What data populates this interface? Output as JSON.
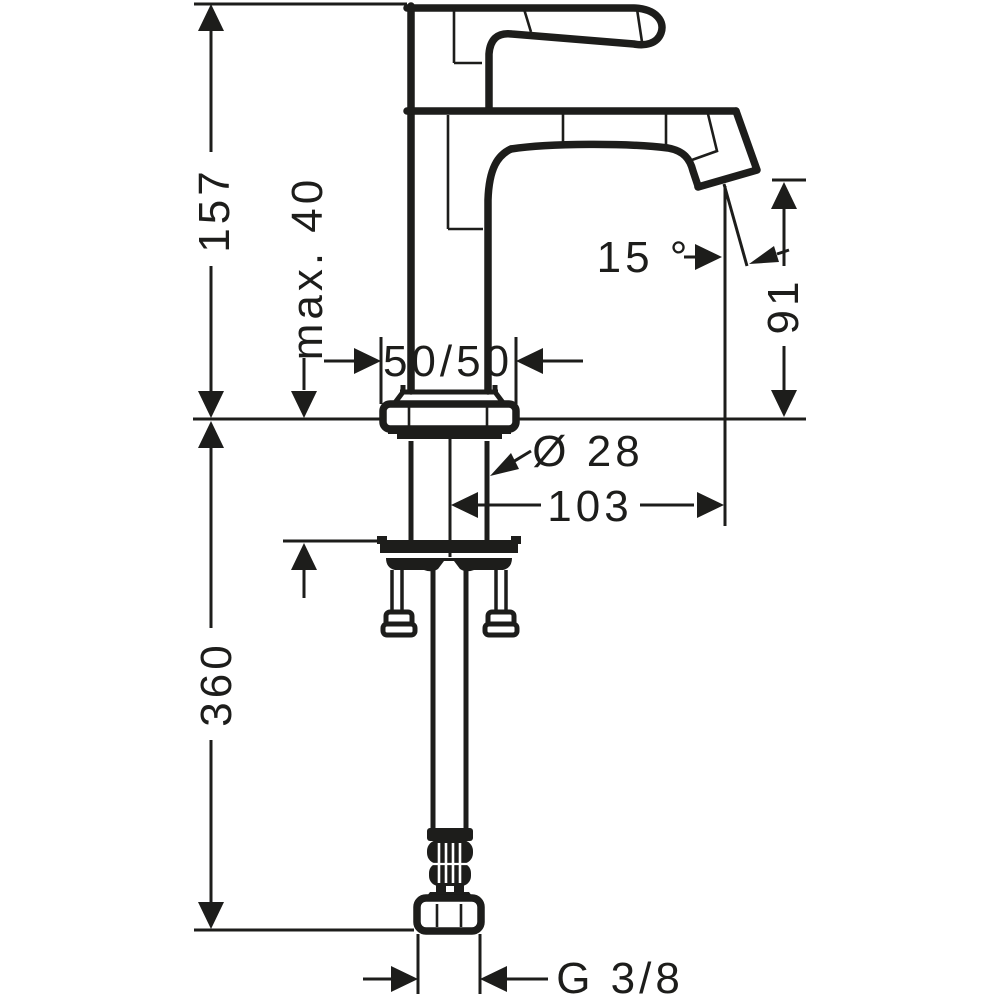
{
  "meta": {
    "background": "#ffffff",
    "line_color": "#1d1d1b",
    "drawing_type": "faucet installation dimension drawing"
  },
  "labels": {
    "height_above_deck": "157",
    "max_deck_thickness": "max. 40",
    "base_footprint": "50/50",
    "spout_angle": "15 °",
    "outlet_height": "91",
    "shaft_diameter": "Ø 28",
    "spout_reach": "103",
    "length_below_deck": "360",
    "connection_thread": "G 3/8"
  }
}
